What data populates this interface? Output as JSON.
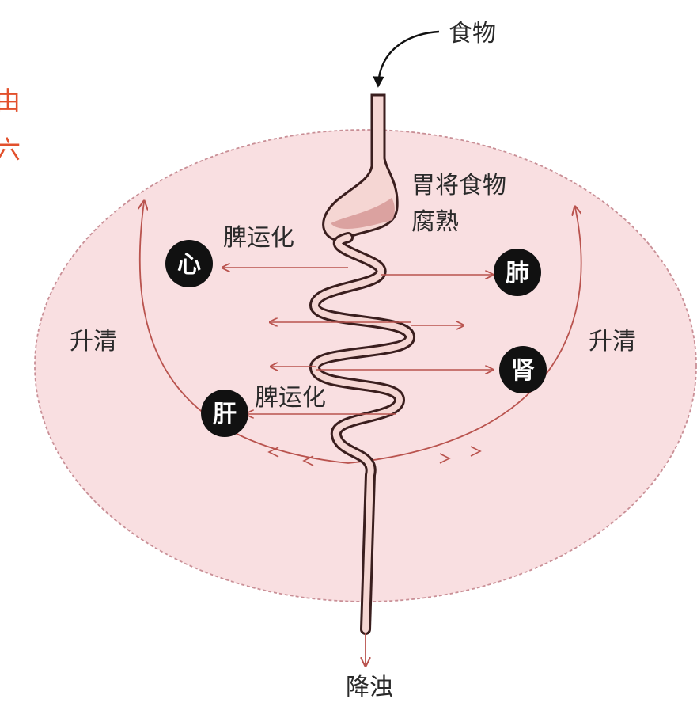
{
  "labels": {
    "food": "食物",
    "stomach_line1": "胃将食物",
    "stomach_line2": "腐熟",
    "spleen_upper": "脾运化",
    "spleen_lower": "脾运化",
    "ascend_left": "升清",
    "ascend_right": "升清",
    "descend": "降浊"
  },
  "organs": {
    "heart": "心",
    "lung": "肺",
    "kidney": "肾",
    "liver": "肝"
  },
  "cut_text": {
    "line1": "由",
    "line2": "六"
  },
  "colors": {
    "ellipse_fill": "#f9dfe1",
    "ellipse_border": "#c98f96",
    "arrow_red": "#b9534e",
    "organ_circle": "#111111",
    "tube_outline": "#3a1e1e",
    "tube_fill": "#f5d6d3",
    "stomach_fill": "#dba2a0",
    "cut_text": "#e2502c"
  }
}
